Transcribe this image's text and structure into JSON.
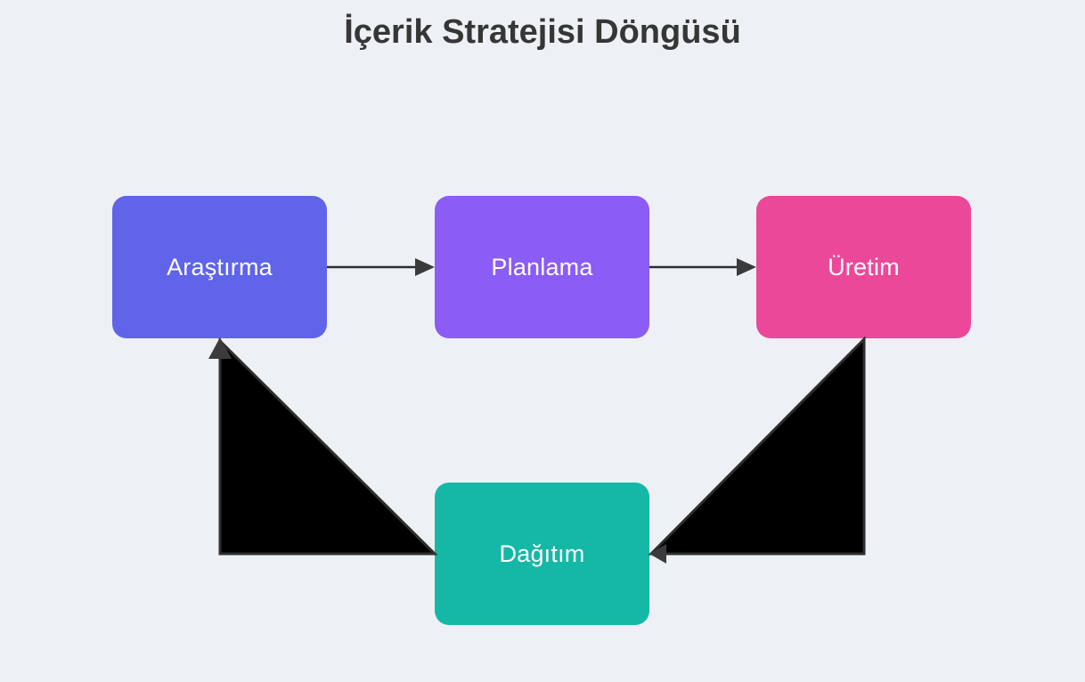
{
  "title": "İçerik Stratejisi Döngüsü",
  "diagram": {
    "type": "flowchart-cycle",
    "nodes": [
      {
        "label": "Araştırma",
        "color": "#5F64E9"
      },
      {
        "label": "Planlama",
        "color": "#8B5CF6"
      },
      {
        "label": "Üretim",
        "color": "#EC4899"
      },
      {
        "label": "Dağıtım",
        "color": "#15B8A6"
      }
    ],
    "edges": [
      {
        "from": "Araştırma",
        "to": "Planlama"
      },
      {
        "from": "Planlama",
        "to": "Üretim"
      },
      {
        "from": "Üretim",
        "to": "Dağıtım"
      },
      {
        "from": "Dağıtım",
        "to": "Araştırma"
      }
    ]
  },
  "colors": {
    "background": "#EDF1F5",
    "title": "#363636",
    "edge": "#2E2E2E",
    "arrowhead": "#3B3B3B",
    "connector_fill": "#000000",
    "node_text": "#FFFFFF"
  }
}
